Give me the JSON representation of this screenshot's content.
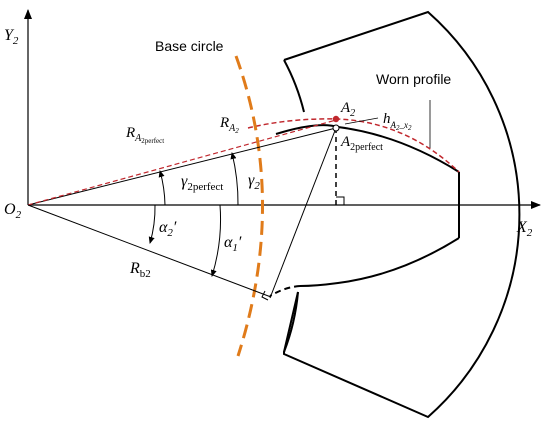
{
  "labels": {
    "y_axis": "Y",
    "y_axis_sub": "2",
    "x_axis": "X",
    "x_axis_sub": "2",
    "origin": "O",
    "origin_sub": "2",
    "base_circle": "Base circle",
    "worn_profile": "Worn profile",
    "A2": "A",
    "A2_sub": "2",
    "A2perfect": "A",
    "A2perfect_sub": "2perfect",
    "h": "h",
    "h_sub": "A",
    "h_sub2": "2",
    "h_sub3": "_x",
    "h_sub4": "2",
    "R_A2perfect": "R",
    "R_A2perfect_sub": "A",
    "R_A2perfect_sub2": "2perfect",
    "R_A2": "R",
    "R_A2_sub": "A",
    "R_A2_sub2": "2",
    "gamma_2perfect": "γ",
    "gamma_2perfect_sub": "2perfect",
    "gamma_2": "γ",
    "gamma_2_sub": "2",
    "alpha_2p": "α",
    "alpha_2p_sub": "2",
    "alpha_2p_prime": "′",
    "alpha_1p": "α",
    "alpha_1p_sub": "1",
    "alpha_1p_prime": "′",
    "R_b2": "R",
    "R_b2_sub": "b2"
  },
  "colors": {
    "base_circle": "#e07b1a",
    "worn_profile": "#c0272d",
    "worn_point": "#c0272d",
    "lines": "#000000"
  }
}
